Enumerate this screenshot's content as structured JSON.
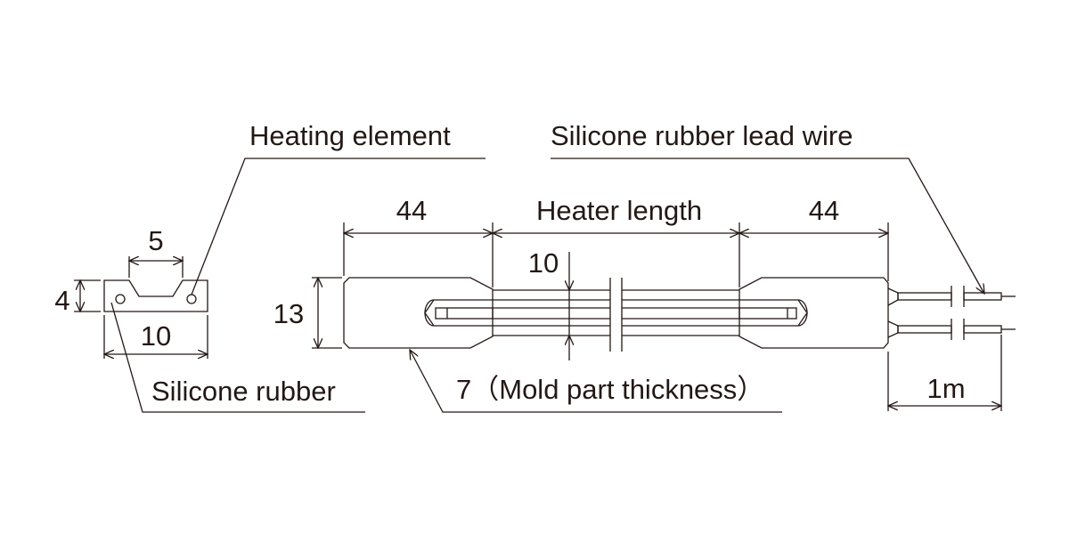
{
  "labels": {
    "heating_element": "Heating element",
    "silicone_rubber": "Silicone rubber",
    "lead_wire": "Silicone rubber lead wire",
    "mold_thickness": "7（Mold part thickness）"
  },
  "dimensions": {
    "notch_width": "5",
    "section_height": "4",
    "section_width": "10",
    "mold_left_length": "44",
    "heater_length": "Heater length",
    "mold_right_length": "44",
    "heater_width": "10",
    "mold_height": "13",
    "lead_length": "1m"
  },
  "colors": {
    "line": "#231815",
    "background": "#ffffff"
  }
}
